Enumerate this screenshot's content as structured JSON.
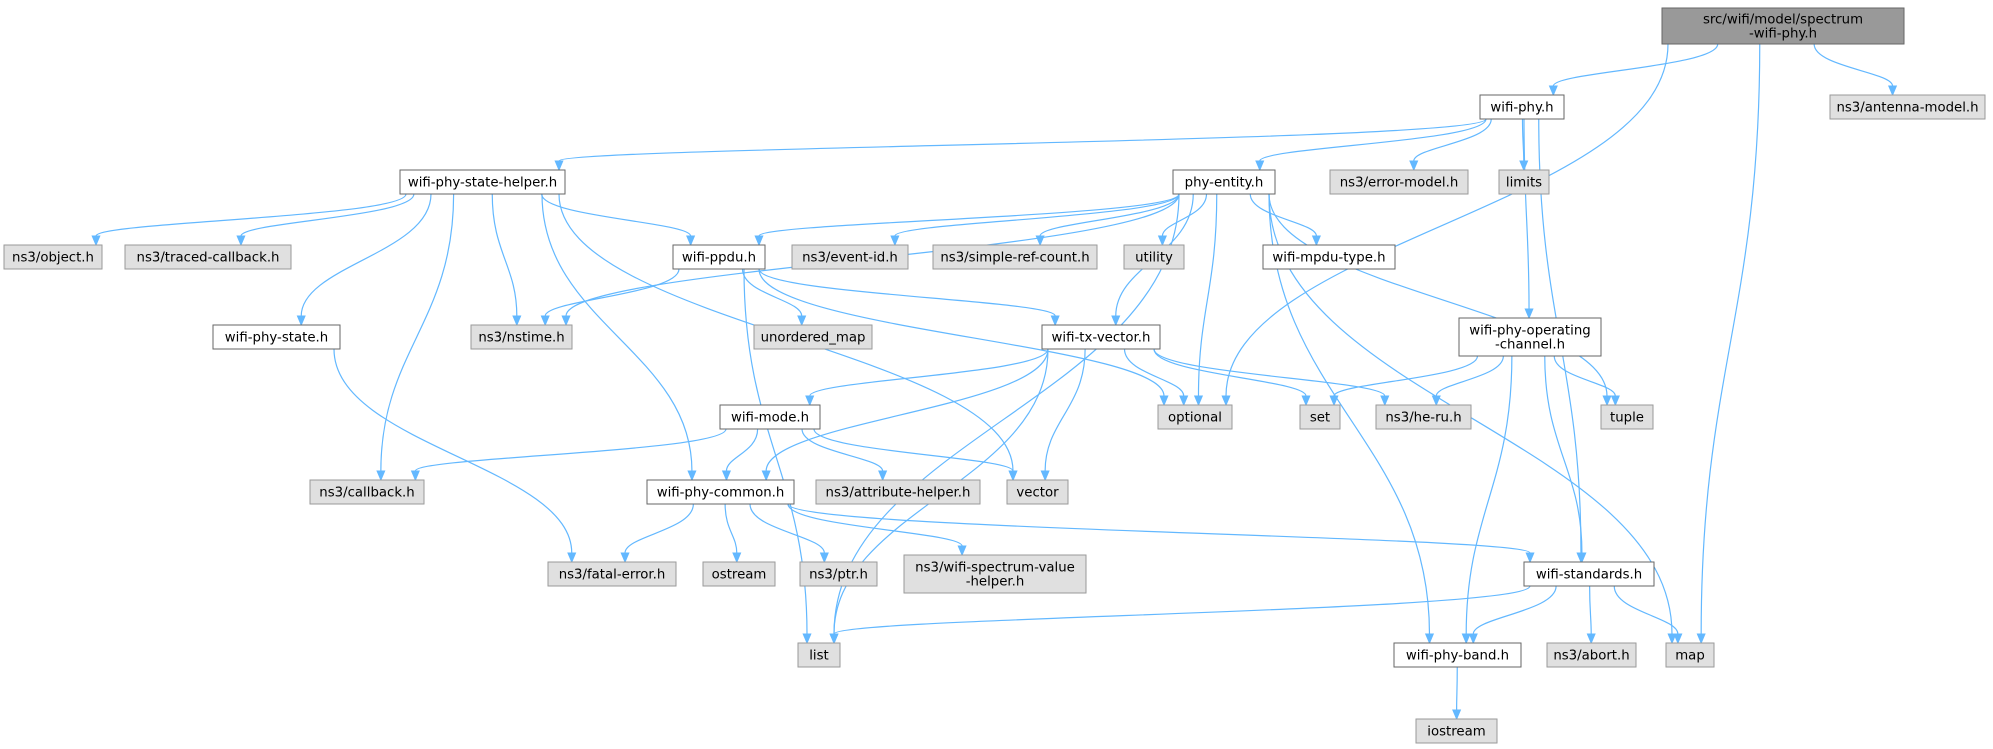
{
  "colors": {
    "background": "#ffffff",
    "root_fill": "#999999",
    "root_border": "#666666",
    "local_fill": "#ffffff",
    "local_border": "#666666",
    "external_fill": "#e0e0e0",
    "external_border": "#999999",
    "edge": "#63b8ff"
  },
  "nodes": [
    {
      "id": "root",
      "kind": "root",
      "lines": [
        "src/wifi/model/spectrum",
        "-wifi-phy.h"
      ]
    },
    {
      "id": "wifi_phy",
      "kind": "local",
      "lines": [
        "wifi-phy.h"
      ]
    },
    {
      "id": "antenna_model",
      "kind": "external",
      "lines": [
        "ns3/antenna-model.h"
      ]
    },
    {
      "id": "wifi_phy_state_helper",
      "kind": "local",
      "lines": [
        "wifi-phy-state-helper.h"
      ]
    },
    {
      "id": "phy_entity",
      "kind": "local",
      "lines": [
        "phy-entity.h"
      ]
    },
    {
      "id": "error_model",
      "kind": "external",
      "lines": [
        "ns3/error-model.h"
      ]
    },
    {
      "id": "limits",
      "kind": "external",
      "lines": [
        "limits"
      ]
    },
    {
      "id": "object",
      "kind": "external",
      "lines": [
        "ns3/object.h"
      ]
    },
    {
      "id": "traced_callback",
      "kind": "external",
      "lines": [
        "ns3/traced-callback.h"
      ]
    },
    {
      "id": "wifi_ppdu",
      "kind": "local",
      "lines": [
        "wifi-ppdu.h"
      ]
    },
    {
      "id": "event_id",
      "kind": "external",
      "lines": [
        "ns3/event-id.h"
      ]
    },
    {
      "id": "simple_ref_count",
      "kind": "external",
      "lines": [
        "ns3/simple-ref-count.h"
      ]
    },
    {
      "id": "utility",
      "kind": "external",
      "lines": [
        "utility"
      ]
    },
    {
      "id": "wifi_mpdu_type",
      "kind": "local",
      "lines": [
        "wifi-mpdu-type.h"
      ]
    },
    {
      "id": "wifi_phy_state",
      "kind": "local",
      "lines": [
        "wifi-phy-state.h"
      ]
    },
    {
      "id": "nstime",
      "kind": "external",
      "lines": [
        "ns3/nstime.h"
      ]
    },
    {
      "id": "unordered_map",
      "kind": "external",
      "lines": [
        "unordered_map"
      ]
    },
    {
      "id": "wifi_tx_vector",
      "kind": "local",
      "lines": [
        "wifi-tx-vector.h"
      ]
    },
    {
      "id": "wifi_phy_operating_channel",
      "kind": "local",
      "lines": [
        "wifi-phy-operating",
        "-channel.h"
      ]
    },
    {
      "id": "optional",
      "kind": "external",
      "lines": [
        "optional"
      ]
    },
    {
      "id": "set",
      "kind": "external",
      "lines": [
        "set"
      ]
    },
    {
      "id": "he_ru",
      "kind": "external",
      "lines": [
        "ns3/he-ru.h"
      ]
    },
    {
      "id": "tuple",
      "kind": "external",
      "lines": [
        "tuple"
      ]
    },
    {
      "id": "wifi_mode",
      "kind": "local",
      "lines": [
        "wifi-mode.h"
      ]
    },
    {
      "id": "callback",
      "kind": "external",
      "lines": [
        "ns3/callback.h"
      ]
    },
    {
      "id": "wifi_phy_common",
      "kind": "local",
      "lines": [
        "wifi-phy-common.h"
      ]
    },
    {
      "id": "attribute_helper",
      "kind": "external",
      "lines": [
        "ns3/attribute-helper.h"
      ]
    },
    {
      "id": "vector",
      "kind": "external",
      "lines": [
        "vector"
      ]
    },
    {
      "id": "fatal_error",
      "kind": "external",
      "lines": [
        "ns3/fatal-error.h"
      ]
    },
    {
      "id": "ostream",
      "kind": "external",
      "lines": [
        "ostream"
      ]
    },
    {
      "id": "ptr",
      "kind": "external",
      "lines": [
        "ns3/ptr.h"
      ]
    },
    {
      "id": "wifi_spectrum_value_helper",
      "kind": "external",
      "lines": [
        "ns3/wifi-spectrum-value",
        "-helper.h"
      ]
    },
    {
      "id": "wifi_standards",
      "kind": "local",
      "lines": [
        "wifi-standards.h"
      ]
    },
    {
      "id": "list",
      "kind": "external",
      "lines": [
        "list"
      ]
    },
    {
      "id": "wifi_phy_band",
      "kind": "local",
      "lines": [
        "wifi-phy-band.h"
      ]
    },
    {
      "id": "abort",
      "kind": "external",
      "lines": [
        "ns3/abort.h"
      ]
    },
    {
      "id": "map",
      "kind": "external",
      "lines": [
        "map"
      ]
    },
    {
      "id": "iostream",
      "kind": "external",
      "lines": [
        "iostream"
      ]
    }
  ],
  "edges": [
    {
      "from": "root",
      "to": "wifi_phy"
    },
    {
      "from": "root",
      "to": "antenna_model"
    },
    {
      "from": "root",
      "to": "optional"
    },
    {
      "from": "root",
      "to": "map"
    },
    {
      "from": "wifi_phy",
      "to": "wifi_phy_state_helper"
    },
    {
      "from": "wifi_phy",
      "to": "phy_entity"
    },
    {
      "from": "wifi_phy",
      "to": "error_model"
    },
    {
      "from": "wifi_phy",
      "to": "limits"
    },
    {
      "from": "wifi_phy",
      "to": "wifi_phy_operating_channel"
    },
    {
      "from": "wifi_phy",
      "to": "wifi_standards"
    },
    {
      "from": "wifi_phy_state_helper",
      "to": "object"
    },
    {
      "from": "wifi_phy_state_helper",
      "to": "traced_callback"
    },
    {
      "from": "wifi_phy_state_helper",
      "to": "wifi_ppdu"
    },
    {
      "from": "wifi_phy_state_helper",
      "to": "wifi_phy_state"
    },
    {
      "from": "wifi_phy_state_helper",
      "to": "nstime"
    },
    {
      "from": "wifi_phy_state_helper",
      "to": "callback"
    },
    {
      "from": "wifi_phy_state_helper",
      "to": "wifi_phy_common"
    },
    {
      "from": "wifi_phy_state_helper",
      "to": "vector"
    },
    {
      "from": "phy_entity",
      "to": "wifi_ppdu"
    },
    {
      "from": "phy_entity",
      "to": "event_id"
    },
    {
      "from": "phy_entity",
      "to": "simple_ref_count"
    },
    {
      "from": "phy_entity",
      "to": "utility"
    },
    {
      "from": "phy_entity",
      "to": "wifi_mpdu_type"
    },
    {
      "from": "phy_entity",
      "to": "nstime"
    },
    {
      "from": "phy_entity",
      "to": "wifi_tx_vector"
    },
    {
      "from": "phy_entity",
      "to": "optional"
    },
    {
      "from": "phy_entity",
      "to": "tuple"
    },
    {
      "from": "phy_entity",
      "to": "map"
    },
    {
      "from": "phy_entity",
      "to": "list"
    },
    {
      "from": "phy_entity",
      "to": "wifi_phy_band"
    },
    {
      "from": "wifi_ppdu",
      "to": "nstime"
    },
    {
      "from": "wifi_ppdu",
      "to": "unordered_map"
    },
    {
      "from": "wifi_ppdu",
      "to": "wifi_tx_vector"
    },
    {
      "from": "wifi_ppdu",
      "to": "optional"
    },
    {
      "from": "wifi_ppdu",
      "to": "list"
    },
    {
      "from": "wifi_phy_state",
      "to": "fatal_error"
    },
    {
      "from": "wifi_tx_vector",
      "to": "wifi_mode"
    },
    {
      "from": "wifi_tx_vector",
      "to": "wifi_phy_common"
    },
    {
      "from": "wifi_tx_vector",
      "to": "optional"
    },
    {
      "from": "wifi_tx_vector",
      "to": "set"
    },
    {
      "from": "wifi_tx_vector",
      "to": "he_ru"
    },
    {
      "from": "wifi_tx_vector",
      "to": "vector"
    },
    {
      "from": "wifi_tx_vector",
      "to": "list"
    },
    {
      "from": "wifi_phy_operating_channel",
      "to": "set"
    },
    {
      "from": "wifi_phy_operating_channel",
      "to": "he_ru"
    },
    {
      "from": "wifi_phy_operating_channel",
      "to": "tuple"
    },
    {
      "from": "wifi_phy_operating_channel",
      "to": "wifi_standards"
    },
    {
      "from": "wifi_phy_operating_channel",
      "to": "wifi_phy_band"
    },
    {
      "from": "wifi_mode",
      "to": "callback"
    },
    {
      "from": "wifi_mode",
      "to": "wifi_phy_common"
    },
    {
      "from": "wifi_mode",
      "to": "attribute_helper"
    },
    {
      "from": "wifi_mode",
      "to": "vector"
    },
    {
      "from": "wifi_phy_common",
      "to": "fatal_error"
    },
    {
      "from": "wifi_phy_common",
      "to": "ostream"
    },
    {
      "from": "wifi_phy_common",
      "to": "ptr"
    },
    {
      "from": "wifi_phy_common",
      "to": "wifi_spectrum_value_helper"
    },
    {
      "from": "wifi_phy_common",
      "to": "wifi_standards"
    },
    {
      "from": "wifi_standards",
      "to": "list"
    },
    {
      "from": "wifi_standards",
      "to": "wifi_phy_band"
    },
    {
      "from": "wifi_standards",
      "to": "abort"
    },
    {
      "from": "wifi_standards",
      "to": "map"
    },
    {
      "from": "wifi_phy_band",
      "to": "iostream"
    }
  ]
}
